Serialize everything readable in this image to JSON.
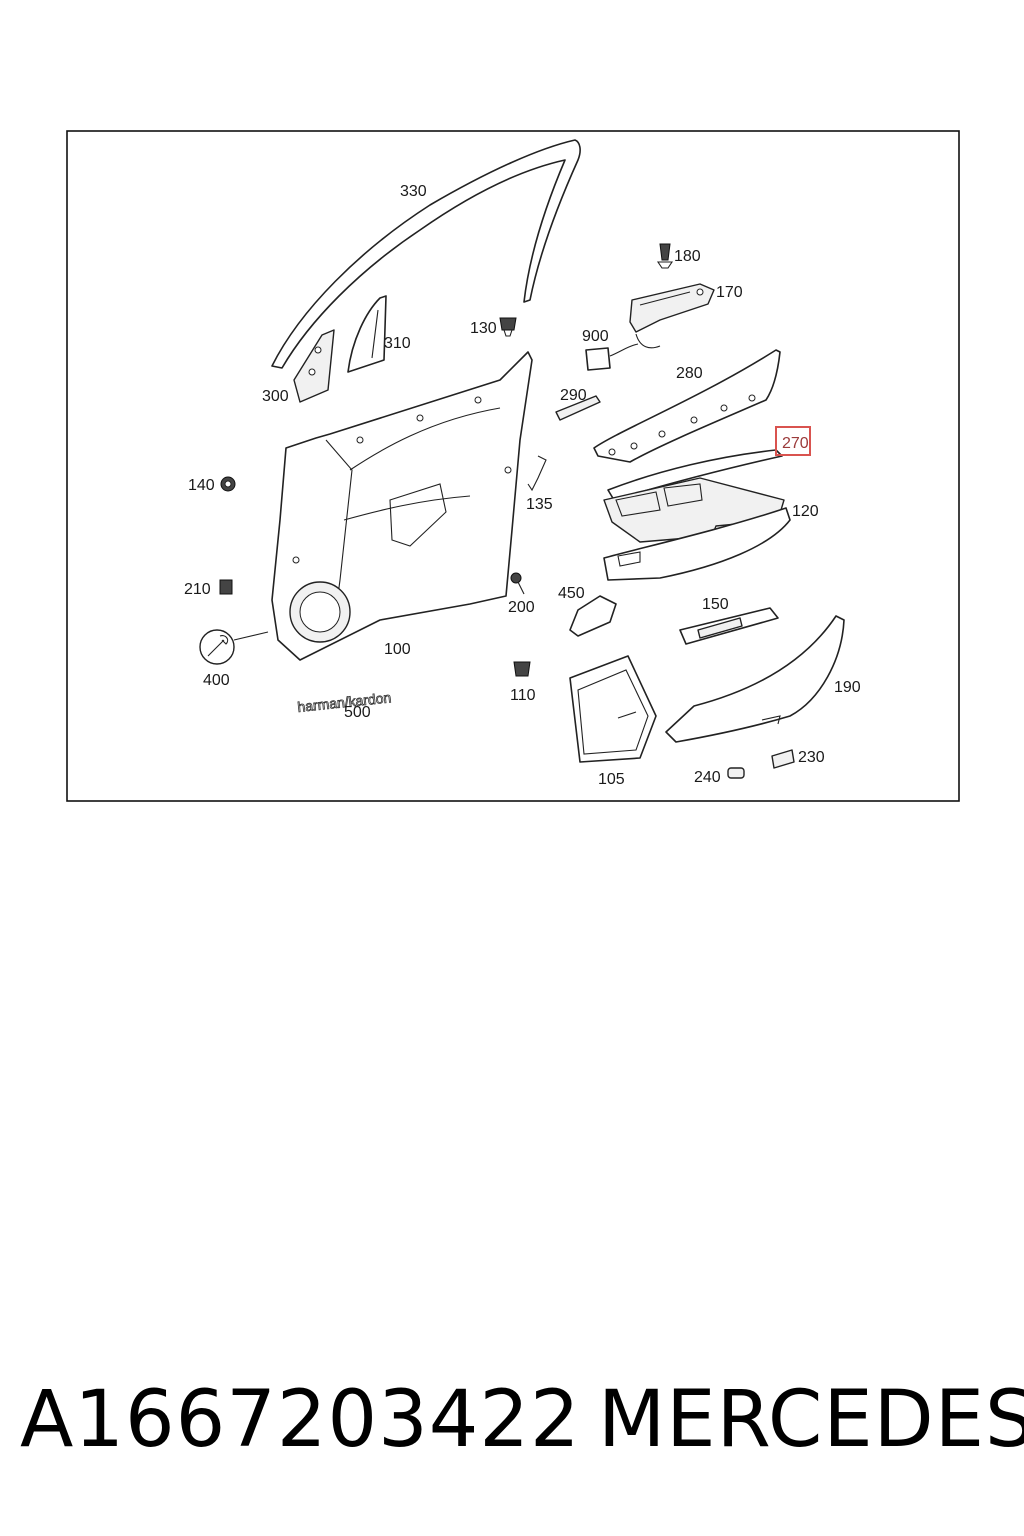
{
  "diagram": {
    "callouts": {
      "c330": "330",
      "c180": "180",
      "c170": "170",
      "c130": "130",
      "c310": "310",
      "c900": "900",
      "c300": "300",
      "c280": "280",
      "c290": "290",
      "c270": "270",
      "c140": "140",
      "c135": "135",
      "c120": "120",
      "c210": "210",
      "c200": "200",
      "c450": "450",
      "c150": "150",
      "c100": "100",
      "c400": "400",
      "c110": "110",
      "c190": "190",
      "c500": "500",
      "c230": "230",
      "c240": "240",
      "c105": "105"
    },
    "highlighted_callout": "270",
    "highlight_color": "#d9534f",
    "badge_text": "harman/kardon"
  },
  "footer": {
    "part_number": "A1667203422",
    "brand": "MERCEDES"
  }
}
